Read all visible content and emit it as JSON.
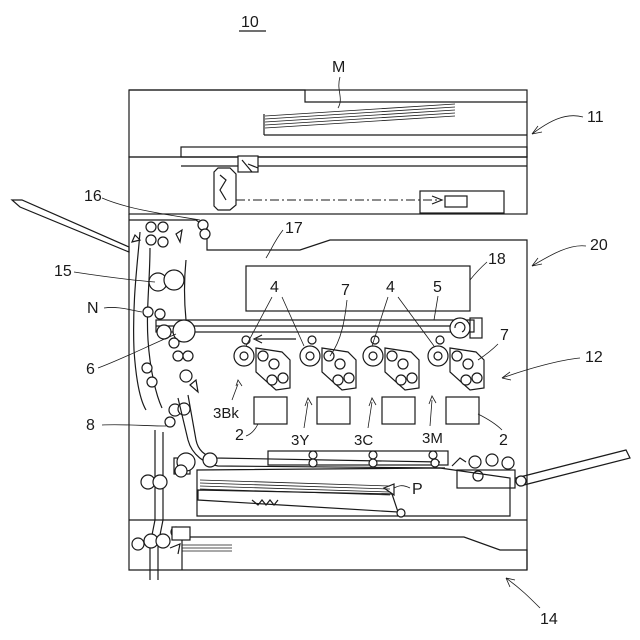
{
  "figure": {
    "number": "10",
    "labels": {
      "original_doc": "M",
      "scanner_unit": "11",
      "printer_body": "20",
      "feed_unit": "14",
      "image_forming": "12",
      "belt": "5",
      "optical": "18",
      "output_path": "17",
      "exit_roller": "16",
      "fixing": "15",
      "reverse_path": "N",
      "transfer": "6",
      "resist": "8",
      "paper": "P",
      "photo_drum_a": "4",
      "photo_drum_b": "4",
      "cleaner_a": "7",
      "cleaner_b": "7",
      "station_bk": "3Bk",
      "station_y": "3Y",
      "station_c": "3C",
      "station_m": "3M",
      "toner_a": "2",
      "toner_b": "2"
    }
  }
}
